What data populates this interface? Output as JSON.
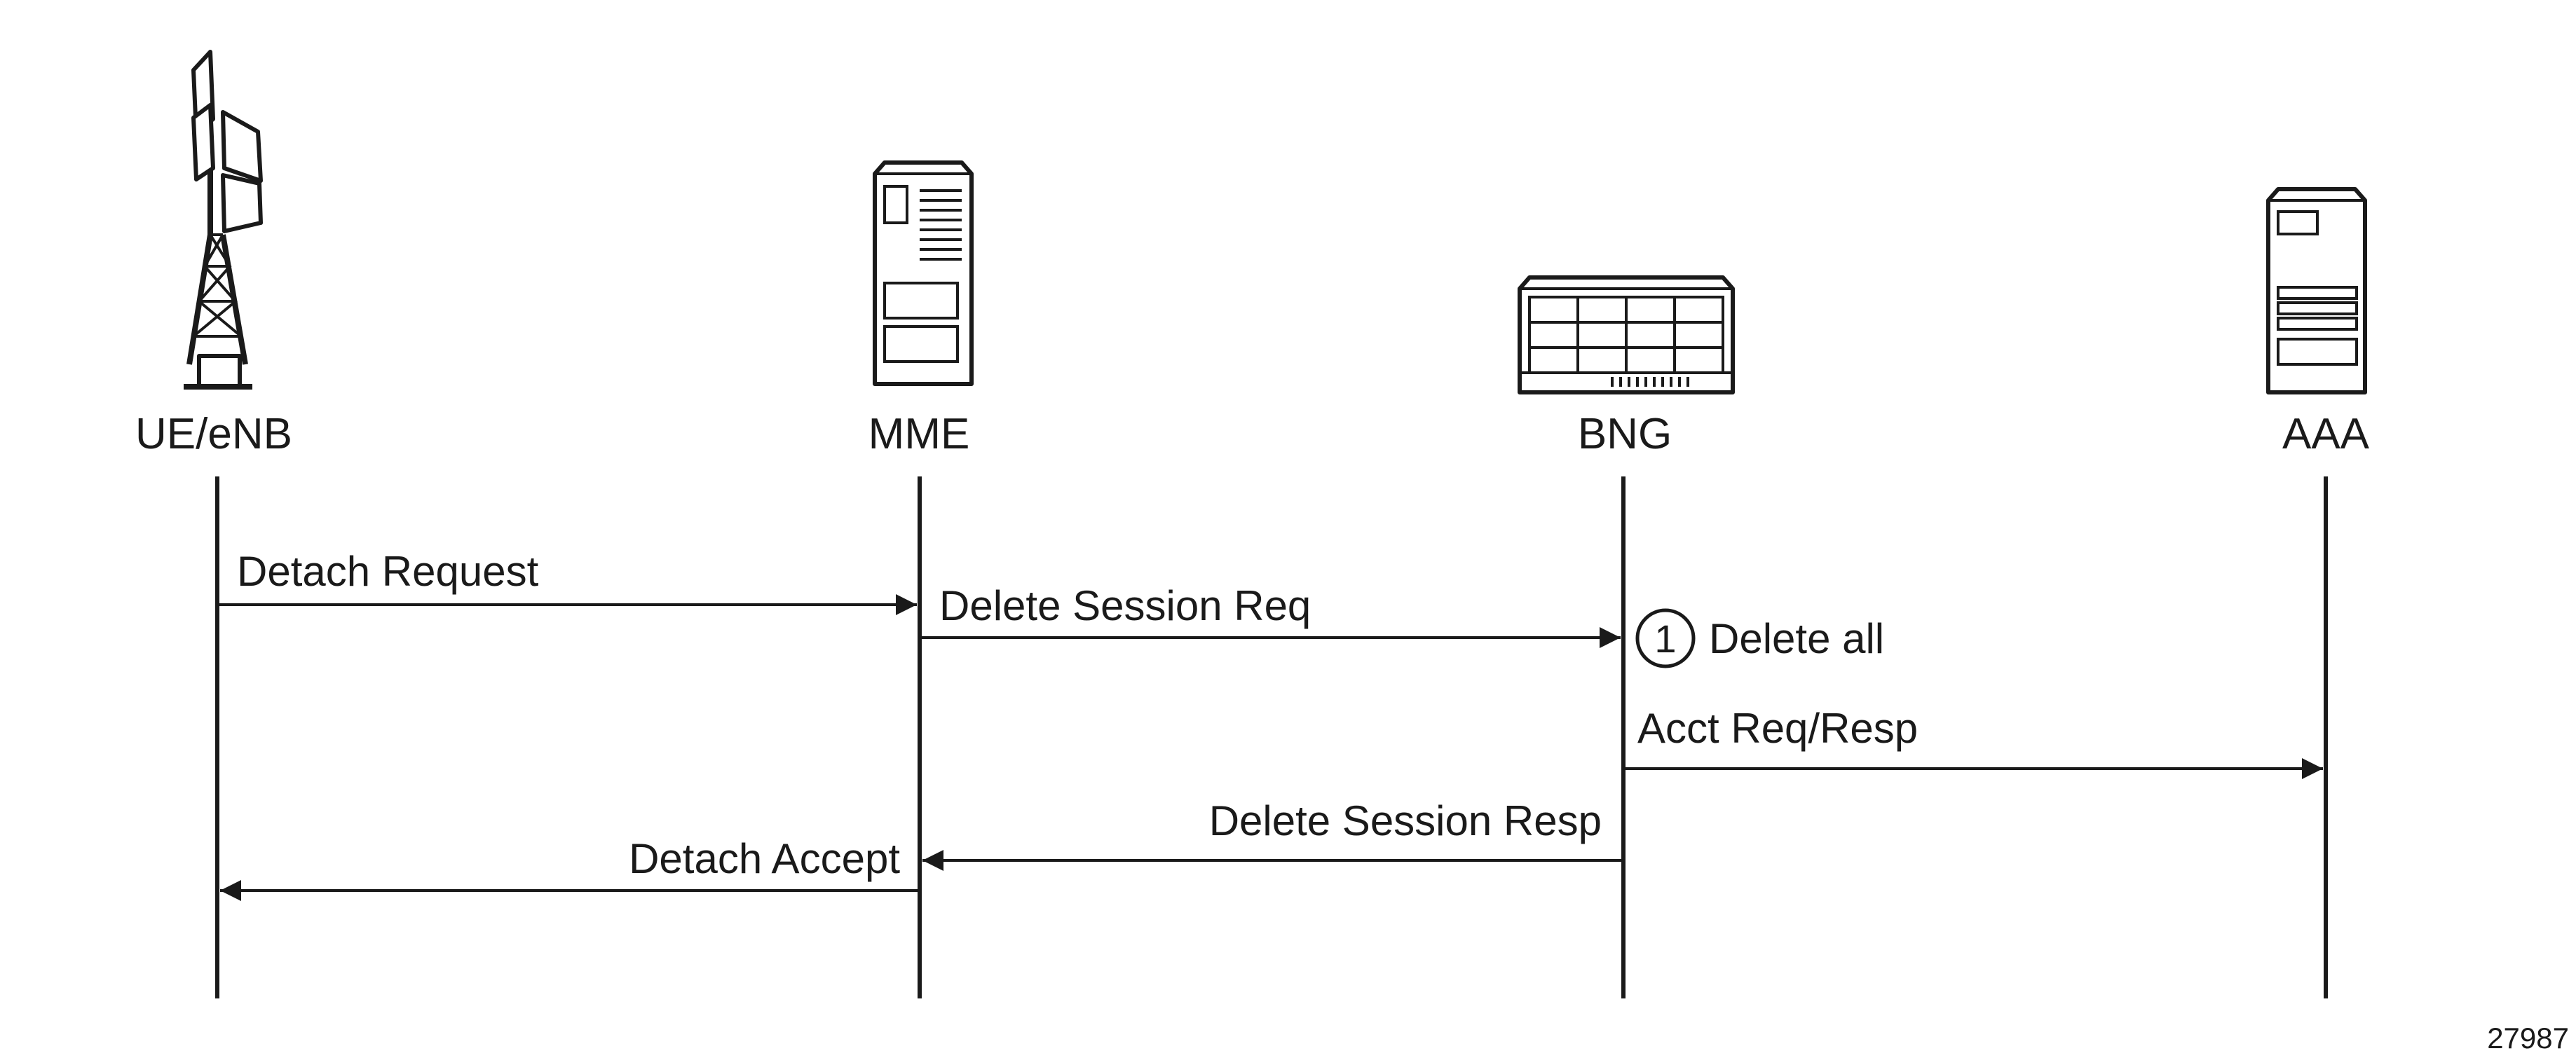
{
  "nodes": [
    {
      "id": "ue",
      "label": "UE/eNB",
      "icon": "cell-tower-icon"
    },
    {
      "id": "mme",
      "label": "MME",
      "icon": "server-icon"
    },
    {
      "id": "bng",
      "label": "BNG",
      "icon": "router-chassis-icon"
    },
    {
      "id": "aaa",
      "label": "AAA",
      "icon": "server-icon"
    }
  ],
  "messages": [
    {
      "label": "Detach Request",
      "from": "ue",
      "to": "mme"
    },
    {
      "label": "Delete Session Req",
      "from": "mme",
      "to": "bng"
    },
    {
      "label": "Acct Req/Resp",
      "from": "bng",
      "to": "aaa"
    },
    {
      "label": "Delete Session Resp",
      "from": "bng",
      "to": "mme"
    },
    {
      "label": "Detach Accept",
      "from": "mme",
      "to": "ue"
    }
  ],
  "steps": [
    {
      "number": "1",
      "label": "Delete all",
      "at": "bng"
    }
  ],
  "figure_id": "27987",
  "colors": {
    "line": "#1a1a1a",
    "background": "#ffffff"
  }
}
